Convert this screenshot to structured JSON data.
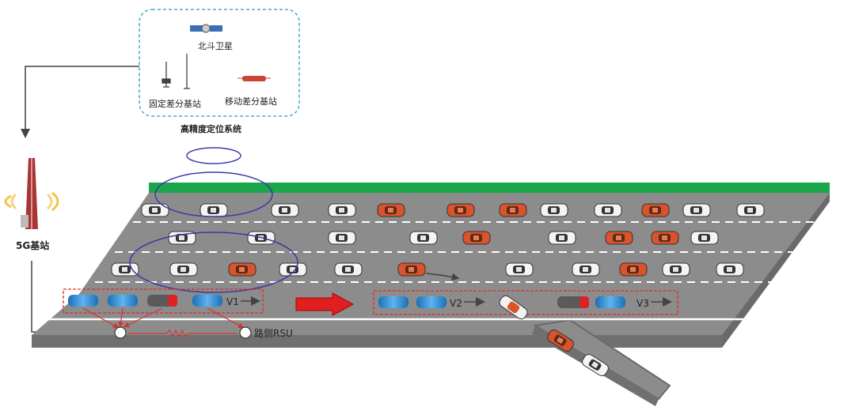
{
  "positioning_system": {
    "title": "高精度定位系统",
    "satellite_label": "北斗卫星",
    "fixed_station_label": "固定差分基站",
    "mobile_station_label": "移动差分基站"
  },
  "base_station": {
    "label": "5G基站"
  },
  "rsu": {
    "label": "路侧RSU"
  },
  "vehicle_labels": [
    "V1",
    "V2",
    "V3"
  ],
  "colors": {
    "road": "#8c8c8c",
    "road_edge": "#6e6e6e",
    "green_strip": "#1aa64b",
    "lane_dash": "#ffffff",
    "car_white": "#f2f2f2",
    "car_orange": "#d9532b",
    "car_blue": "#2f8fd6",
    "platoon_box": "#d9302c",
    "ellipse": "#3a3aa8",
    "dash_box": "#4aa7d6",
    "arrow": "#e02020"
  }
}
